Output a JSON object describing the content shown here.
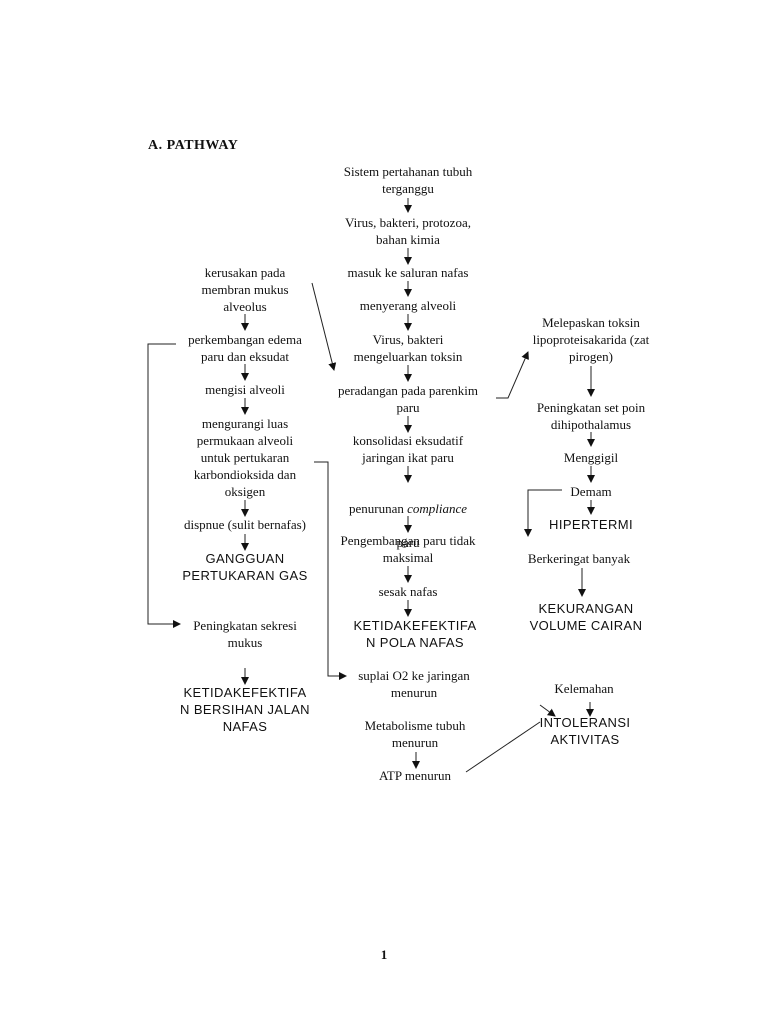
{
  "heading": "A.  PATHWAY",
  "page_number": "1",
  "nodes": {
    "center_1": "Sistem pertahanan tubuh\nterganggu",
    "center_2": "Virus, bakteri, protozoa,\nbahan kimia",
    "center_3": "masuk ke saluran nafas",
    "center_4": "menyerang alveoli",
    "center_5": "Virus, bakteri\nmengeluarkan toksin",
    "center_6": "peradangan pada parenkim\nparu",
    "center_7": "konsolidasi eksudatif\njaringan ikat paru",
    "center_8_prefix": "penurunan ",
    "center_8_italic": "compliance",
    "center_8_suffix": "paru",
    "center_9": "Pengembangan paru tidak\nmaksimal",
    "center_10": "sesak nafas",
    "center_11": "KETIDAKEFEKTIFA\nN POLA NAFAS",
    "center_12": "suplai O2 ke jaringan\nmenurun",
    "center_13": "Metabolisme tubuh\nmenurun",
    "center_14": "ATP menurun",
    "left_1": "kerusakan pada\nmembran mukus\nalveolus",
    "left_2": "perkembangan edema\nparu dan eksudat",
    "left_3": "mengisi alveoli",
    "left_4": "mengurangi luas\npermukaan alveoli\nuntuk pertukaran\nkarbondioksida dan\noksigen",
    "left_5": "dispnue (sulit bernafas)",
    "left_6": "GANGGUAN\nPERTUKARAN GAS",
    "left_7": "Peningkatan sekresi\nmukus",
    "left_8": "KETIDAKEFEKTIFA\nN BERSIHAN JALAN\nNAFAS",
    "right_1": "Melepaskan toksin\nlipoproteisakarida (zat\npirogen)",
    "right_2": "Peningkatan set poin\ndihipothalamus",
    "right_3": "Menggigil",
    "right_4": "Demam",
    "right_5": "HIPERTERMI",
    "right_6": "Berkeringat banyak",
    "right_7": "KEKURANGAN\nVOLUME CAIRAN",
    "right_8": "Kelemahan",
    "right_9": "INTOLERANSI\nAKTIVITAS"
  }
}
